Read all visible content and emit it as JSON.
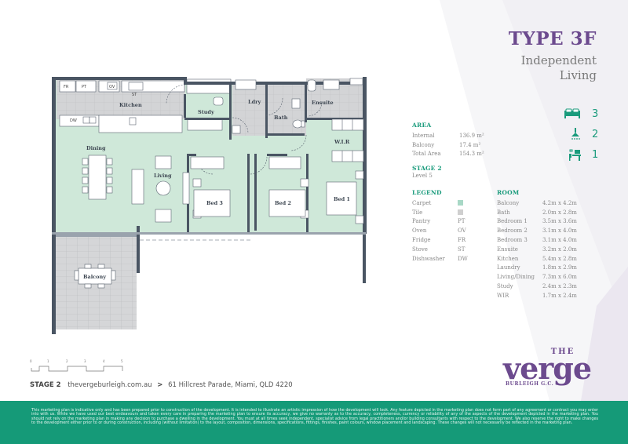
{
  "header": {
    "type": "TYPE 3F",
    "subtitle_line1": "Independent",
    "subtitle_line2": "Living"
  },
  "stats": [
    {
      "icon": "bed-icon",
      "value": "3"
    },
    {
      "icon": "shower-icon",
      "value": "2"
    },
    {
      "icon": "study-desk-icon",
      "value": "1"
    }
  ],
  "area": {
    "heading": "AREA",
    "rows": [
      {
        "label": "Internal",
        "value": "136.9 m²"
      },
      {
        "label": "Balcony",
        "value": "17.4 m²"
      },
      {
        "label": "Total Area",
        "value": "154.3 m²"
      }
    ]
  },
  "stage": {
    "heading": "STAGE 2",
    "level": "Level 5"
  },
  "legend": {
    "heading": "LEGEND",
    "rows": [
      {
        "label": "Carpet",
        "value": "",
        "swatch": "#a8d8c6"
      },
      {
        "label": "Tile",
        "value": "",
        "swatch": "#cfcfcf"
      },
      {
        "label": "Pantry",
        "value": "PT"
      },
      {
        "label": "Oven",
        "value": "OV"
      },
      {
        "label": "Fridge",
        "value": "FR"
      },
      {
        "label": "Stove",
        "value": "ST"
      },
      {
        "label": "Dishwasher",
        "value": "DW"
      }
    ]
  },
  "rooms": {
    "heading": "ROOM",
    "rows": [
      {
        "label": "Balcony",
        "value": "4.2m x 4.2m"
      },
      {
        "label": "Bath",
        "value": "2.0m x 2.8m"
      },
      {
        "label": "Bedroom 1",
        "value": "3.5m x 3.6m"
      },
      {
        "label": "Bedroom 2",
        "value": "3.1m x 4.0m"
      },
      {
        "label": "Bedroom 3",
        "value": "3.1m x 4.0m"
      },
      {
        "label": "Ensuite",
        "value": "3.2m x 2.0m"
      },
      {
        "label": "Kitchen",
        "value": "5.4m x 2.8m"
      },
      {
        "label": "Laundry",
        "value": "1.8m x 2.9m"
      },
      {
        "label": "Living/Dining",
        "value": "7.3m x 6.0m"
      },
      {
        "label": "Study",
        "value": "2.4m x 2.3m"
      },
      {
        "label": "WIR",
        "value": "1.7m x 2.4m"
      }
    ]
  },
  "plan": {
    "labels": {
      "kitchen": "Kitchen",
      "study": "Study",
      "laundry": "Ldry",
      "bath": "Bath",
      "ensuite": "Ensuite",
      "wir": "W.I.R",
      "dining": "Dining",
      "living": "Living",
      "bed3": "Bed 3",
      "bed2": "Bed 2",
      "bed1": "Bed 1",
      "balcony": "Balcony"
    },
    "appliances": {
      "fridge": "FR",
      "pantry": "PT",
      "oven": "OV",
      "stove": "ST",
      "dishwasher": "DW"
    },
    "colors": {
      "carpet": "#cfe8d9",
      "tile": "#d3d4d6",
      "wall": "#4a5563"
    }
  },
  "scale": {
    "ticks": [
      "0",
      "1",
      "2",
      "3",
      "4",
      "5"
    ]
  },
  "address": {
    "stage": "STAGE 2",
    "website": "thevergeburleigh.com.au",
    "separator": ">",
    "street": "61 Hillcrest Parade, Miami, QLD 4220"
  },
  "logo": {
    "the": "THE",
    "name": "verge",
    "tagline": "BURLEIGH G.C."
  },
  "footer": {
    "disclaimer": "This marketing plan is indicative only and has been prepared prior to construction of the development. It is intended to illustrate an artistic impression of how the development will look. Any feature depicted in the marketing plan does not form part of any agreement or contract you may enter into with us. While we have used our best endeavours and taken every care in preparing the marketing plan to ensure its accuracy, we give no warranty as to the accuracy, completeness, currency or reliability of any of the aspects of the development depicted in the marketing plan. You should not rely on the marketing plan in making any decision to purchase a dwelling in the development. You must at all times seek independent, specialist advice from legal practitioners and/or building consultants with respect to the development. We also reserve the right to make changes to the development either prior to or during construction, including (without limitation) to the layout, composition, dimensions, specifications, fittings, finishes, paint colours, window placement and landscaping. These changes will not necessarily be reflected in the marketing plan."
  },
  "colors": {
    "brand_purple": "#6c4a8e",
    "accent_green": "#1a9b7c",
    "footer_bg": "#159a78"
  }
}
